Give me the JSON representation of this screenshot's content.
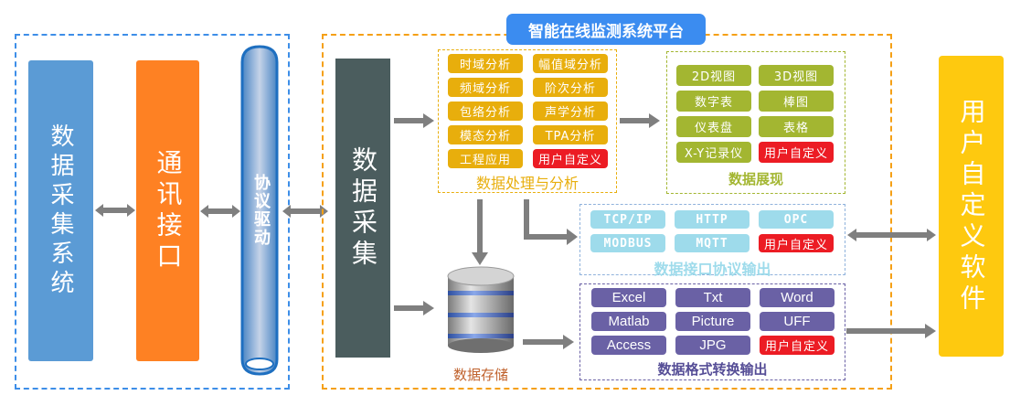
{
  "title": "智能在线监测系统平台",
  "left_group": {
    "acquisition_system": "数据采集系统",
    "comm_interface": "通讯接口",
    "protocol_driver": "协议驱动"
  },
  "platform": {
    "data_collection": "数据采集",
    "processing": {
      "caption": "数据处理与分析",
      "items": [
        "时域分析",
        "幅值域分析",
        "频域分析",
        "阶次分析",
        "包络分析",
        "声学分析",
        "模态分析",
        "TPA分析",
        "工程应用",
        "用户自定义"
      ]
    },
    "display": {
      "caption": "数据展现",
      "items": [
        "2D视图",
        "3D视图",
        "数字表",
        "棒图",
        "仪表盘",
        "表格",
        "X-Y记录仪",
        "用户自定义"
      ]
    },
    "storage": {
      "caption": "数据存储",
      "icon": "database-icon"
    },
    "protocol_output": {
      "caption": "数据接口协议输出",
      "items": [
        "TCP/IP",
        "HTTP",
        "OPC",
        "MODBUS",
        "MQTT",
        "用户自定义"
      ]
    },
    "format_output": {
      "caption": "数据格式转换输出",
      "items": [
        "Excel",
        "Txt",
        "Word",
        "Matlab",
        "Picture",
        "UFF",
        "Access",
        "JPG",
        "用户自定义"
      ]
    }
  },
  "user_software": "用户自定义软件",
  "colors": {
    "blue_box": "#5b9bd5",
    "orange_box": "#fe8123",
    "collection_box": "#4b5d5e",
    "processing": "#e8ae0c",
    "display": "#a3b631",
    "protocol": "#9edbeb",
    "format": "#6a61a5",
    "custom": "#ec1c24",
    "user_software": "#fec90f",
    "title_bg": "#3b8cf0"
  }
}
